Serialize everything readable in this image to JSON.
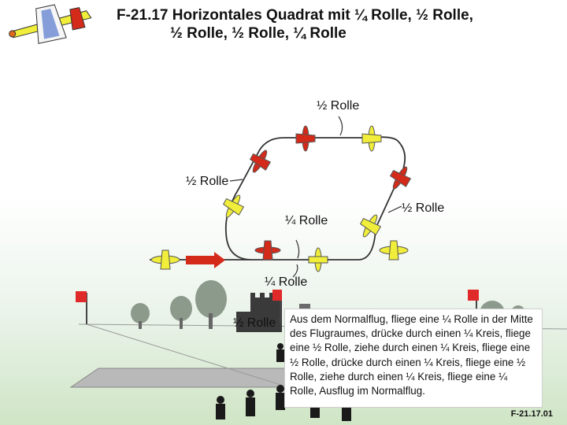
{
  "title": {
    "line1": "F-21.17 Horizontales Quadrat mit ¼ Rolle, ½ Rolle,",
    "line2": "½ Rolle, ½ Rolle, ¼ Rolle"
  },
  "labels": {
    "top_half_roll": "½ Rolle",
    "left_half_roll": "½ Rolle",
    "right_half_roll": "½ Rolle",
    "mid_quarter_roll": "¼ Rolle",
    "bottom_quarter_roll": "¼ Rolle",
    "ground_half_roll": "½ Rolle"
  },
  "description": "Aus dem Normalflug, fliege eine ¼ Rolle in der Mitte des Flugraumes, drücke durch einen ¼ Kreis, fliege eine ½  Rolle, ziehe durch einen ¼ Kreis, fliege eine ½ Rolle, drücke durch einen ¼ Kreis, fliege eine ½ Rolle, ziehe durch einen ¼ Kreis, fliege eine ¼ Rolle, Ausflug im Normalflug.",
  "figure_code": "F-21.17.01",
  "colors": {
    "red_plane": "#d42a1a",
    "yellow_plane": "#f0ee3a",
    "flag": "#e02a2a",
    "entry_arrow": "#d42a1a"
  },
  "icons": [
    "airplane-logo-icon",
    "plane-icon",
    "flag-icon",
    "tree-icon",
    "castle-icon",
    "spectator-icon"
  ]
}
